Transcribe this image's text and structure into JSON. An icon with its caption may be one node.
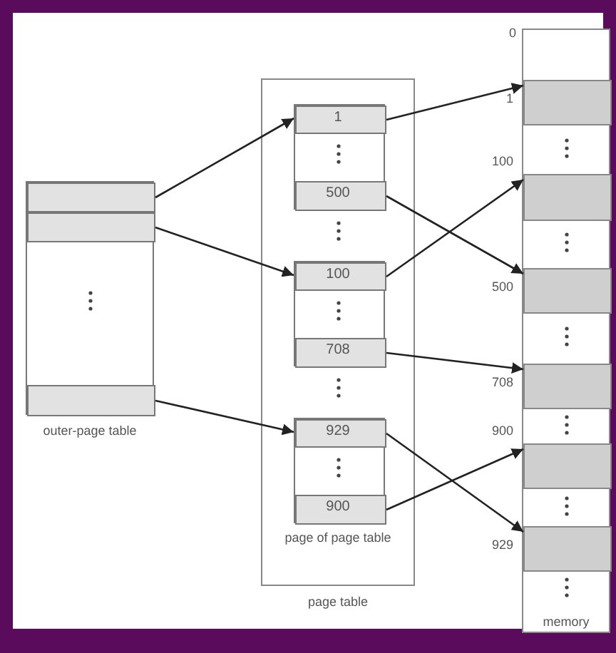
{
  "diagram": {
    "nodes": [
      {
        "text": [
          "outer-page table"
        ]
      },
      {
        "text": [],
        "shape": "box",
        "in": 0
      },
      {
        "text": [],
        "shape": "box",
        "in": 0
      },
      {
        "text": [],
        "shape": "box",
        "in": 0
      },
      {
        "text": [
          "page table"
        ]
      },
      {
        "text": [],
        "shape": "box",
        "in": 4
      },
      {
        "text": [
          "1"
        ],
        "in": 5
      },
      {
        "text": [
          "500"
        ],
        "in": 5
      },
      {
        "text": [],
        "shape": "box",
        "in": 4
      },
      {
        "text": [
          "100"
        ],
        "in": 8
      },
      {
        "text": [
          "708"
        ],
        "in": 8
      },
      {
        "text": [],
        "shape": "box",
        "in": 4,
        "beside": [
          "page of page table"
        ]
      },
      {
        "text": [
          "929"
        ],
        "in": 11
      },
      {
        "text": [
          "900"
        ],
        "in": 11
      },
      {
        "text": [
          "memory"
        ]
      },
      {
        "text": [],
        "shape": "box",
        "in": 14,
        "beside": [
          "1"
        ]
      },
      {
        "text": [],
        "shape": "box",
        "in": 14,
        "beside": [
          "100"
        ]
      },
      {
        "text": [],
        "shape": "box",
        "in": 14,
        "beside": [
          "500"
        ]
      },
      {
        "text": [],
        "shape": "box",
        "in": 14,
        "beside": [
          "708"
        ]
      },
      {
        "text": [],
        "shape": "box",
        "in": 14,
        "beside": [
          "900"
        ]
      },
      {
        "text": [],
        "shape": "box",
        "in": 14,
        "beside": [
          "929"
        ]
      }
    ],
    "edges": [
      {
        "from": 1,
        "to": 5,
        "arrow": "to"
      },
      {
        "from": 2,
        "to": 8,
        "arrow": "to"
      },
      {
        "from": 3,
        "to": 11,
        "arrow": "to"
      },
      {
        "from": 6,
        "to": 15,
        "arrow": "to"
      },
      {
        "from": 7,
        "to": 17,
        "arrow": "to"
      },
      {
        "from": 9,
        "to": 16,
        "arrow": "to"
      },
      {
        "from": 10,
        "to": 18,
        "arrow": "to"
      },
      {
        "from": 12,
        "to": 20,
        "arrow": "to"
      },
      {
        "from": 13,
        "to": 19,
        "arrow": "to"
      }
    ],
    "labels": [
      "0"
    ]
  }
}
